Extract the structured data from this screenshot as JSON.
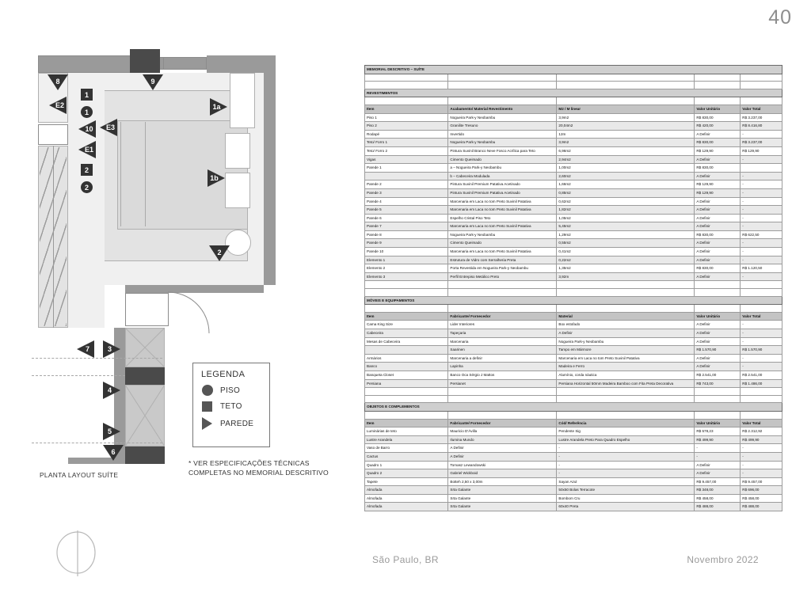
{
  "page": {
    "number": "40"
  },
  "footer": {
    "location": "São Paulo, BR",
    "date": "Novembro 2022",
    "logo_icon": "crescent-logo-icon"
  },
  "plan": {
    "caption": "PLANTA LAYOUT SUÍTE",
    "note": "* VER ESPECIFICAÇÕES TÉCNICAS COMPLETAS NO MEMORIAL DESCRITIVO",
    "legend": {
      "title": "LEGENDA",
      "items": [
        {
          "symbol": "circle",
          "label": "PISO"
        },
        {
          "symbol": "square",
          "label": "TETO"
        },
        {
          "symbol": "triangle",
          "label": "PAREDE"
        }
      ]
    },
    "markers": [
      {
        "id": "m8",
        "label": "8",
        "shape": "triangle-down"
      },
      {
        "id": "mE2",
        "label": "E2",
        "shape": "triangle-left"
      },
      {
        "id": "m1s",
        "label": "1",
        "shape": "square"
      },
      {
        "id": "m1c",
        "label": "1",
        "shape": "circle"
      },
      {
        "id": "m10",
        "label": "10",
        "shape": "triangle-left"
      },
      {
        "id": "mE3",
        "label": "E3",
        "shape": "triangle-left"
      },
      {
        "id": "mE1",
        "label": "E1",
        "shape": "triangle-left"
      },
      {
        "id": "m2s",
        "label": "2",
        "shape": "square"
      },
      {
        "id": "m2c",
        "label": "2",
        "shape": "circle"
      },
      {
        "id": "m9",
        "label": "9",
        "shape": "triangle-down"
      },
      {
        "id": "m1a",
        "label": "1a",
        "shape": "triangle-right"
      },
      {
        "id": "m1b",
        "label": "1b",
        "shape": "triangle-right"
      },
      {
        "id": "m2d",
        "label": "2",
        "shape": "triangle-down"
      },
      {
        "id": "m7",
        "label": "7",
        "shape": "triangle-left"
      },
      {
        "id": "m3",
        "label": "3",
        "shape": "triangle-right"
      },
      {
        "id": "m4",
        "label": "4",
        "shape": "triangle-right"
      },
      {
        "id": "m5",
        "label": "5",
        "shape": "triangle-right"
      },
      {
        "id": "m6",
        "label": "6",
        "shape": "triangle-down"
      }
    ]
  },
  "spec": {
    "doc_title": "MEMORIAL DESCRITIVO – SUÍTE",
    "sections": [
      {
        "title": "REVESTIMENTOS",
        "headers": [
          "Item",
          "Acabamento/ Material Revestimento",
          "M2 / M linear",
          "Valor Unitário",
          "Valor Total"
        ],
        "rows": [
          [
            "Piso 1",
            "Nogueira Park-y Neobambu",
            "3,9m2",
            "R$ 830,00",
            "R$ 3.237,00"
          ],
          [
            "Piso 2",
            "Granilite Tresuno",
            "20,04m2",
            "R$ 420,00",
            "R$ 8.416,80"
          ],
          [
            "Rodapé",
            "Invertido",
            "12m",
            "A Definir",
            "-"
          ],
          [
            "Teto/ Forro 1",
            "Nogueira Park-y Neobambu",
            "3,9m2",
            "R$ 830,00",
            "R$ 3.237,00"
          ],
          [
            "Teto/ Forro 2",
            "Pintura Suvinil Branco Neve Fosco Acrílica para Teto",
            "6,96m2",
            "R$ 129,90",
            "R$ 129,90"
          ],
          [
            "Vigas",
            "Cimento Queimado",
            "2,94m2",
            "A Definir",
            "-"
          ],
          [
            "Parede 1",
            "a – Nogueira Park-y Neobambu",
            "1,00m2",
            "R$ 830,00",
            ""
          ],
          [
            "",
            "b – Cabeceira Modulada",
            "2,60m2",
            "A Definir",
            "-"
          ],
          [
            "Parede 2",
            "Pintura Suvinil Premium Patativa Acetinado",
            "1,66m2",
            "R$ 129,90",
            "-"
          ],
          [
            "Parede 3",
            "Pintura Suvinil Premium Patativa Acetinado",
            "0,85m2",
            "R$ 129,90",
            "-"
          ],
          [
            "Parede 4",
            "Marcenaria em Laca no tom Preto Suvinil Patativa",
            "0,62m2",
            "A Definir",
            "-"
          ],
          [
            "Parede 5",
            "Marcenaria em Laca no tom Preto Suvinil Patativa",
            "1,82m2",
            "A Definir",
            "-"
          ],
          [
            "Parede 6",
            "Espelho Cristal Piso Teto",
            "1,05m2",
            "A Definir",
            "-"
          ],
          [
            "Parede 7",
            "Marcenaria em Laca no tom Preto Suvinil Patativa",
            "5,45m2",
            "A Definir",
            "-"
          ],
          [
            "Parede 8",
            "Nogueira Park-y Neobambu",
            "1,29m2",
            "R$ 830,00",
            "R$ 622,50"
          ],
          [
            "Parede 9",
            "Cimento Queimado",
            "0,55m2",
            "A Definir",
            "-"
          ],
          [
            "Parede 10",
            "Marcenaria em Laca no tom Preto Suvinil Patativa",
            "0,41m2",
            "A Definir",
            "-"
          ],
          [
            "Elemento 1",
            "Estrutura de Vidro com Serralheria Preta",
            "0,22m2",
            "A Definir",
            "-"
          ],
          [
            "Elemento 2",
            "Porta Revestida em Nogueira Park-y Neobambu",
            "1,35m2",
            "R$ 830,00",
            "R$ 1.120,50"
          ],
          [
            "Elemento 3",
            "Perfil Entrepiso Metálico Preto",
            "3,92m",
            "A Definir",
            "-"
          ]
        ]
      },
      {
        "title": "MÓVEIS E EQUIPAMENTOS",
        "headers": [
          "Item",
          "Fabricante/ Fornecedor",
          "Material",
          "Valor Unitário",
          "Valor Total"
        ],
        "rows": [
          [
            "Cama King Size",
            "Lider Interiores",
            "Box estofado",
            "A Definir",
            "-"
          ],
          [
            "Cabeceira",
            "Tapeçaria",
            "A Definir",
            "A Definir",
            "-"
          ],
          [
            "Mesas de Cabeceira",
            "Marcenaria",
            "Nogueira Park-y Neobambu",
            "A Definir",
            "-"
          ],
          [
            "",
            "Saarinen",
            "Tampo em Mármore",
            "R$ 1.570,90",
            "R$ 1.570,90"
          ],
          [
            "Armários",
            "Marcenaria a definir",
            "Marcenaria em Laca no tom Preto Suvinil Patativa",
            "A Definir",
            "-"
          ],
          [
            "Banco",
            "Lapinha",
            "Madeira e Ferro",
            "A Definir",
            "-"
          ],
          [
            "Banqueta Closet",
            "Banco Oca Sérgio J Mattos",
            "Alumínio, corda náutica",
            "R$ 2.541,00",
            "R$ 2.541,00"
          ],
          [
            "Persiana",
            "Persianet",
            "Persiana Horizontal 50mm Madeira Bamboo com Fita Preta Decorativa",
            "R$ 743,00",
            "R$ 1.486,00"
          ]
        ]
      },
      {
        "title": "OBJETOS E COMPLEMENTOS",
        "headers": [
          "Item",
          "Fabricante/ Fornecedor",
          "Cód/ Referência",
          "Valor Unitário",
          "Valor Total"
        ],
        "rows": [
          [
            "Luminárias de teto",
            "Mauricio D'Ávilla",
            "Pendente Sig",
            "R$ 578,23",
            "R$ 2.312,92"
          ],
          [
            "Lustre Arandela",
            "Ilumina Mundo",
            "Lustre Arandela Preto Para Quadro Espelho",
            "R$ 499,90",
            "R$ 499,90"
          ],
          [
            "Vaso de Barro",
            "A Definir",
            "-",
            "-",
            "-"
          ],
          [
            "Cactus",
            "A Definir",
            "-",
            "-",
            "-"
          ],
          [
            "Quadro 1",
            "Tomasz Lewandowski",
            "-",
            "A Definir",
            "-"
          ],
          [
            "Quadro 2",
            "Gabriel Wickboid",
            "-",
            "A Definir",
            "-"
          ],
          [
            "Tapete",
            "Botteh 2,50 x 3,00m",
            "Sayan Azul",
            "R$ 9.457,00",
            "R$ 9.457,00"
          ],
          [
            "Almofada",
            "Srta Galante",
            "50x50 Bolas Terracote",
            "R$ 348,00",
            "R$ 696,00"
          ],
          [
            "Almofada",
            "Srta Galante",
            "Bombom Cru",
            "R$ 458,00",
            "R$ 458,00"
          ],
          [
            "Almofada",
            "Srta Galante",
            "60x40 Preta",
            "R$ 488,00",
            "R$ 488,00"
          ]
        ]
      }
    ]
  }
}
